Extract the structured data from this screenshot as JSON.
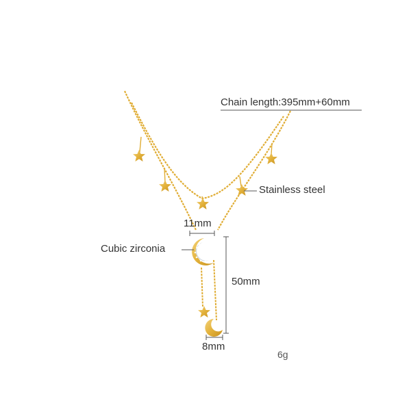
{
  "annotations": {
    "chain_length": "Chain length:395mm+60mm",
    "material_chain": "Stainless steel",
    "material_stone": "Cubic zirconia",
    "moon_width": "11mm",
    "drop_length": "50mm",
    "small_moon_width": "8mm",
    "weight": "6g"
  },
  "colors": {
    "gold": "#e3b23c",
    "gold_dark": "#c8921e",
    "zirconia": "#cfd6dc",
    "line": "#555555"
  }
}
